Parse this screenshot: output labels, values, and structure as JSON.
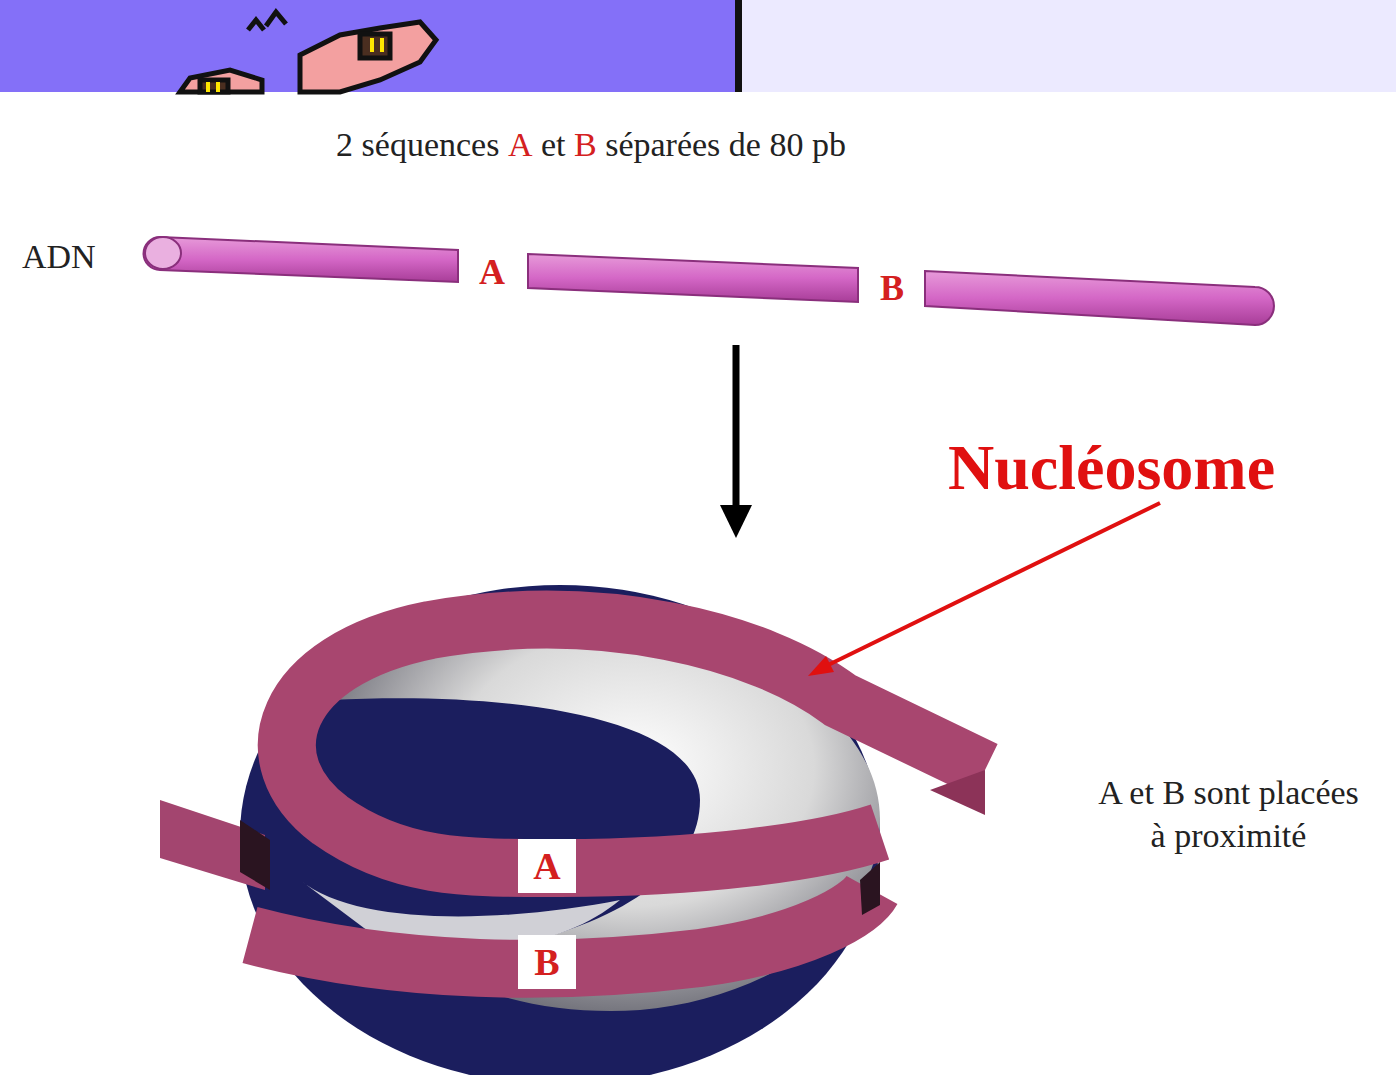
{
  "diagram": {
    "nodes": [
      {
        "text": [
          "A"
        ]
      },
      {
        "text": [
          "B"
        ]
      }
    ],
    "labels": [
      "2 séquences",
      "A",
      "et",
      "B",
      "séparées de 80 pb",
      "ADN",
      "A",
      "B",
      "Nucléosome",
      "A et B sont placées à proximité"
    ]
  }
}
